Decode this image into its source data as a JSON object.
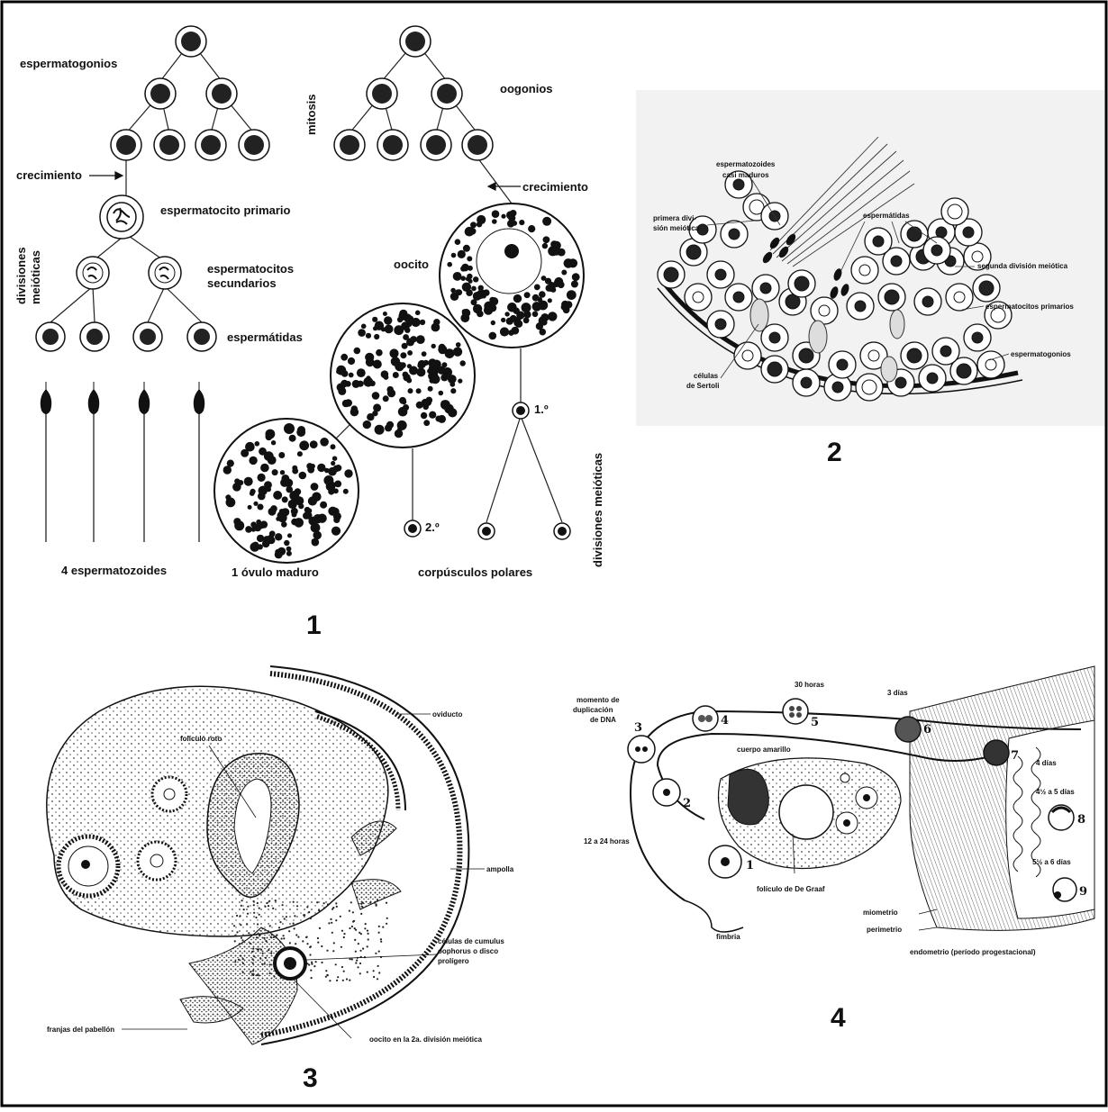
{
  "panel1": {
    "number": "1",
    "labels": {
      "espermatogonios": "espermatogonios",
      "mitosis": "mitosis",
      "oogonios": "oogonios",
      "crecimiento_left": "crecimiento",
      "crecimiento_right": "crecimiento",
      "espermatocito_primario": "espermatocito primario",
      "divisiones_meioticas_line1": "divisiones",
      "divisiones_meioticas_line2": "meióticas",
      "espermatocitos_secundarios_line1": "espermatocitos",
      "espermatocitos_secundarios_line2": "secundarios",
      "espermatidas": "espermátidas",
      "oocito": "oocito",
      "divisiones_meioticas_right": "divisiones meióticas",
      "primero": "1.º",
      "segundo": "2.º",
      "cuatro_espermatozoides": "4 espermatozoides",
      "ovulo_maduro": "1 óvulo maduro",
      "corpusculos_polares": "corpúsculos polares"
    }
  },
  "panel2": {
    "number": "2",
    "labels": {
      "espermatozoides_line1": "espermatozoides",
      "espermatozoides_line2": "casi maduros",
      "primera_line1": "primera divi-",
      "primera_line2": "sión meiótica",
      "espermatidas": "espermátidas",
      "segunda_division": "segunda división meiótica",
      "espermatocitos_primarios": "espermatocitos primarios",
      "espermatogonios": "espermatogonios",
      "sertoli_line1": "células",
      "sertoli_line2": "de Sertoli"
    }
  },
  "panel3": {
    "number": "3",
    "labels": {
      "oviducto": "oviducto",
      "foliculo_roto": "folículo roto",
      "ampolla": "ampolla",
      "cumulus_line1": "células de cumulus",
      "cumulus_line2": "oophorus o disco",
      "cumulus_line3": "prolígero",
      "franjas": "franjas del pabellón",
      "oocito_2a": "oocito en la 2a. división meiótica"
    }
  },
  "panel4": {
    "number": "4",
    "labels": {
      "momento_line1": "momento de",
      "momento_line2": "duplicación",
      "momento_line3": "de DNA",
      "treinta_horas": "30 horas",
      "tres_dias": "3 días",
      "cuerpo_amarillo": "cuerpo amarillo",
      "cuatro_dias": "4 días",
      "cuatro_medio": "4½ a 5 días",
      "doce_24": "12 a 24 horas",
      "foliculo_graaf": "folículo de De Graaf",
      "cinco_medio": "5½ a 6 días",
      "miometrio": "miometrio",
      "perimetrio": "perimetrio",
      "fimbria": "fimbria",
      "endometrio": "endometrio (período progestacional)"
    },
    "stage_numbers": [
      "1",
      "2",
      "3",
      "4",
      "5",
      "6",
      "7",
      "8",
      "9"
    ]
  }
}
